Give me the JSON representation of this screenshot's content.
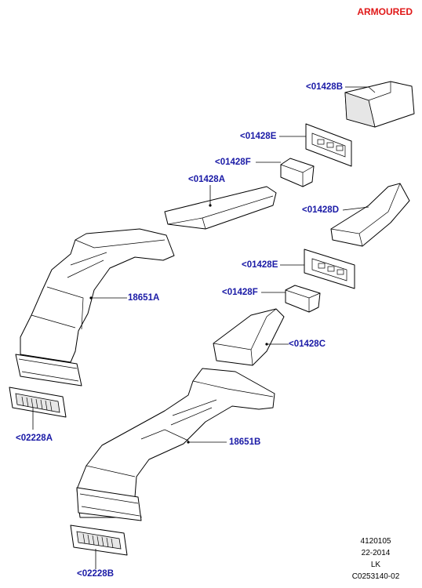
{
  "header": {
    "variant": "ARMOURED"
  },
  "callouts": {
    "p01428B": "<01428B",
    "p01428E_top": "<01428E",
    "p01428F_top": "<01428F",
    "p01428A": "<01428A",
    "p01428D": "<01428D",
    "p18651A": "18651A",
    "p01428E_mid": "<01428E",
    "p01428F_mid": "<01428F",
    "p01428C": "<01428C",
    "p02228A": "<02228A",
    "p18651B": "18651B",
    "p02228B": "<02228B"
  },
  "reference": {
    "line1": "4120105",
    "line2": "22-2014",
    "line3": "LK",
    "line4": "C0253140-02"
  }
}
